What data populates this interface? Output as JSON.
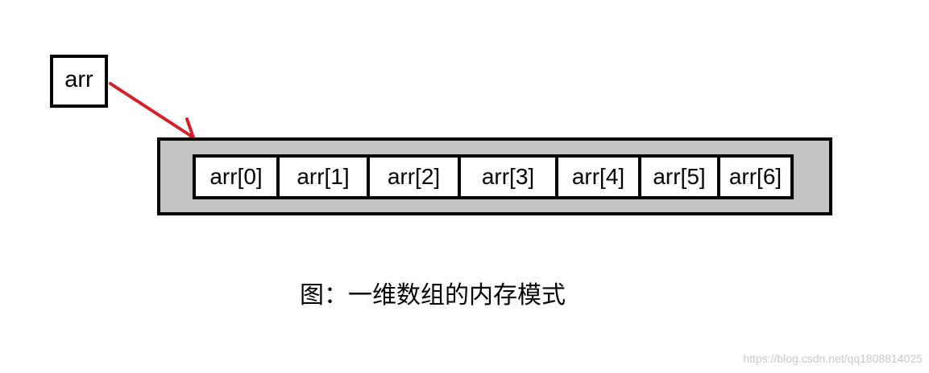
{
  "pointer": {
    "label": "arr"
  },
  "array": {
    "cells": [
      "arr[0]",
      "arr[1]",
      "arr[2]",
      "arr[3]",
      "arr[4]",
      "arr[5]",
      "arr[6]"
    ]
  },
  "caption": "图：一维数组的内存模式",
  "watermark": "https://blog.csdn.net/qq1808814025",
  "colors": {
    "arrow": "#d4202a",
    "block_fill": "#c3c3c3",
    "stroke": "#000000"
  }
}
